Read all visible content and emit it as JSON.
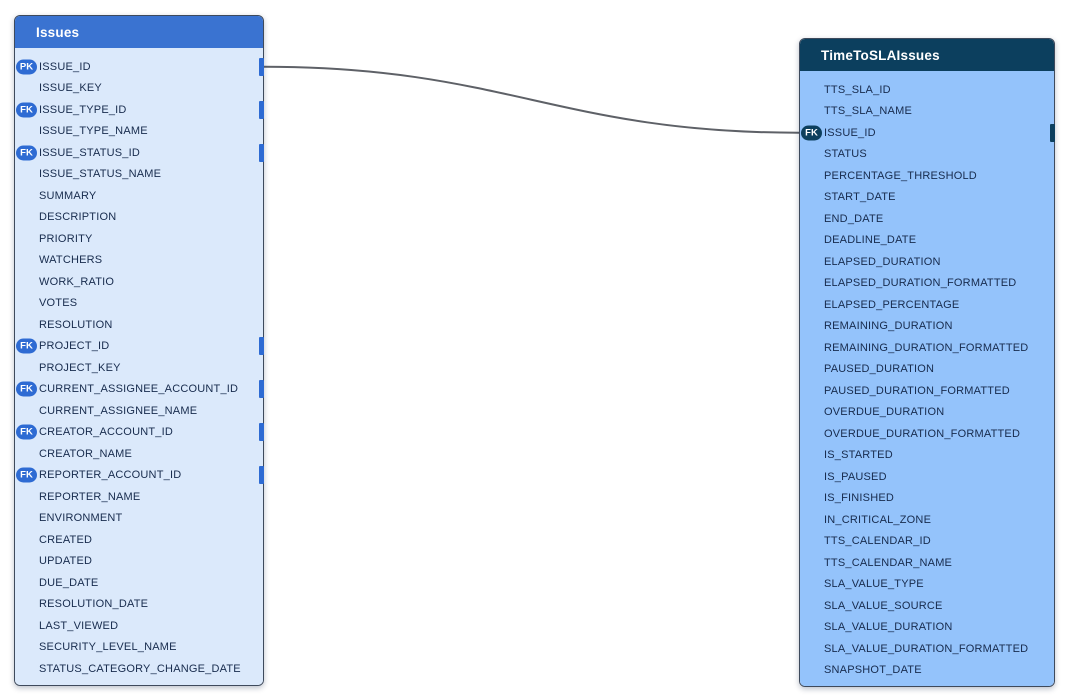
{
  "diagram": {
    "canvas_background": "#ffffff",
    "connector_color": "#5e6167",
    "tables": [
      {
        "title": "Issues",
        "header_color": "#3a73d1",
        "body_color": "#dbe9fb",
        "accent_color": "#2e6bd3",
        "text_color": "#172b4d",
        "columns": [
          {
            "name": "ISSUE_ID",
            "key": "PK",
            "port": true
          },
          {
            "name": "ISSUE_KEY"
          },
          {
            "name": "ISSUE_TYPE_ID",
            "key": "FK",
            "port": true
          },
          {
            "name": "ISSUE_TYPE_NAME"
          },
          {
            "name": "ISSUE_STATUS_ID",
            "key": "FK",
            "port": true
          },
          {
            "name": "ISSUE_STATUS_NAME"
          },
          {
            "name": "SUMMARY"
          },
          {
            "name": "DESCRIPTION"
          },
          {
            "name": "PRIORITY"
          },
          {
            "name": "WATCHERS"
          },
          {
            "name": "WORK_RATIO"
          },
          {
            "name": "VOTES"
          },
          {
            "name": "RESOLUTION"
          },
          {
            "name": "PROJECT_ID",
            "key": "FK",
            "port": true
          },
          {
            "name": "PROJECT_KEY"
          },
          {
            "name": "CURRENT_ASSIGNEE_ACCOUNT_ID",
            "key": "FK",
            "port": true
          },
          {
            "name": "CURRENT_ASSIGNEE_NAME"
          },
          {
            "name": "CREATOR_ACCOUNT_ID",
            "key": "FK",
            "port": true
          },
          {
            "name": "CREATOR_NAME"
          },
          {
            "name": "REPORTER_ACCOUNT_ID",
            "key": "FK",
            "port": true
          },
          {
            "name": "REPORTER_NAME"
          },
          {
            "name": "ENVIRONMENT"
          },
          {
            "name": "CREATED"
          },
          {
            "name": "UPDATED"
          },
          {
            "name": "DUE_DATE"
          },
          {
            "name": "RESOLUTION_DATE"
          },
          {
            "name": "LAST_VIEWED"
          },
          {
            "name": "SECURITY_LEVEL_NAME"
          },
          {
            "name": "STATUS_CATEGORY_CHANGE_DATE"
          }
        ]
      },
      {
        "title": "TimeToSLAIssues",
        "header_color": "#0c3f5e",
        "body_color": "#94c3fb",
        "accent_color": "#0c3f5e",
        "text_color": "#172b4d",
        "columns": [
          {
            "name": "TTS_SLA_ID"
          },
          {
            "name": "TTS_SLA_NAME"
          },
          {
            "name": "ISSUE_ID",
            "key": "FK",
            "port": true
          },
          {
            "name": "STATUS"
          },
          {
            "name": "PERCENTAGE_THRESHOLD"
          },
          {
            "name": "START_DATE"
          },
          {
            "name": "END_DATE"
          },
          {
            "name": "DEADLINE_DATE"
          },
          {
            "name": "ELAPSED_DURATION"
          },
          {
            "name": "ELAPSED_DURATION_FORMATTED"
          },
          {
            "name": "ELAPSED_PERCENTAGE"
          },
          {
            "name": "REMAINING_DURATION"
          },
          {
            "name": "REMAINING_DURATION_FORMATTED"
          },
          {
            "name": "PAUSED_DURATION"
          },
          {
            "name": "PAUSED_DURATION_FORMATTED"
          },
          {
            "name": "OVERDUE_DURATION"
          },
          {
            "name": "OVERDUE_DURATION_FORMATTED"
          },
          {
            "name": "IS_STARTED"
          },
          {
            "name": "IS_PAUSED"
          },
          {
            "name": "IS_FINISHED"
          },
          {
            "name": "IN_CRITICAL_ZONE"
          },
          {
            "name": "TTS_CALENDAR_ID"
          },
          {
            "name": "TTS_CALENDAR_NAME"
          },
          {
            "name": "SLA_VALUE_TYPE"
          },
          {
            "name": "SLA_VALUE_SOURCE"
          },
          {
            "name": "SLA_VALUE_DURATION"
          },
          {
            "name": "SLA_VALUE_DURATION_FORMATTED"
          },
          {
            "name": "SNAPSHOT_DATE"
          }
        ]
      }
    ],
    "relationships": [
      {
        "from_table": 0,
        "from_column": "ISSUE_ID",
        "to_table": 1,
        "to_column": "ISSUE_ID"
      }
    ]
  }
}
